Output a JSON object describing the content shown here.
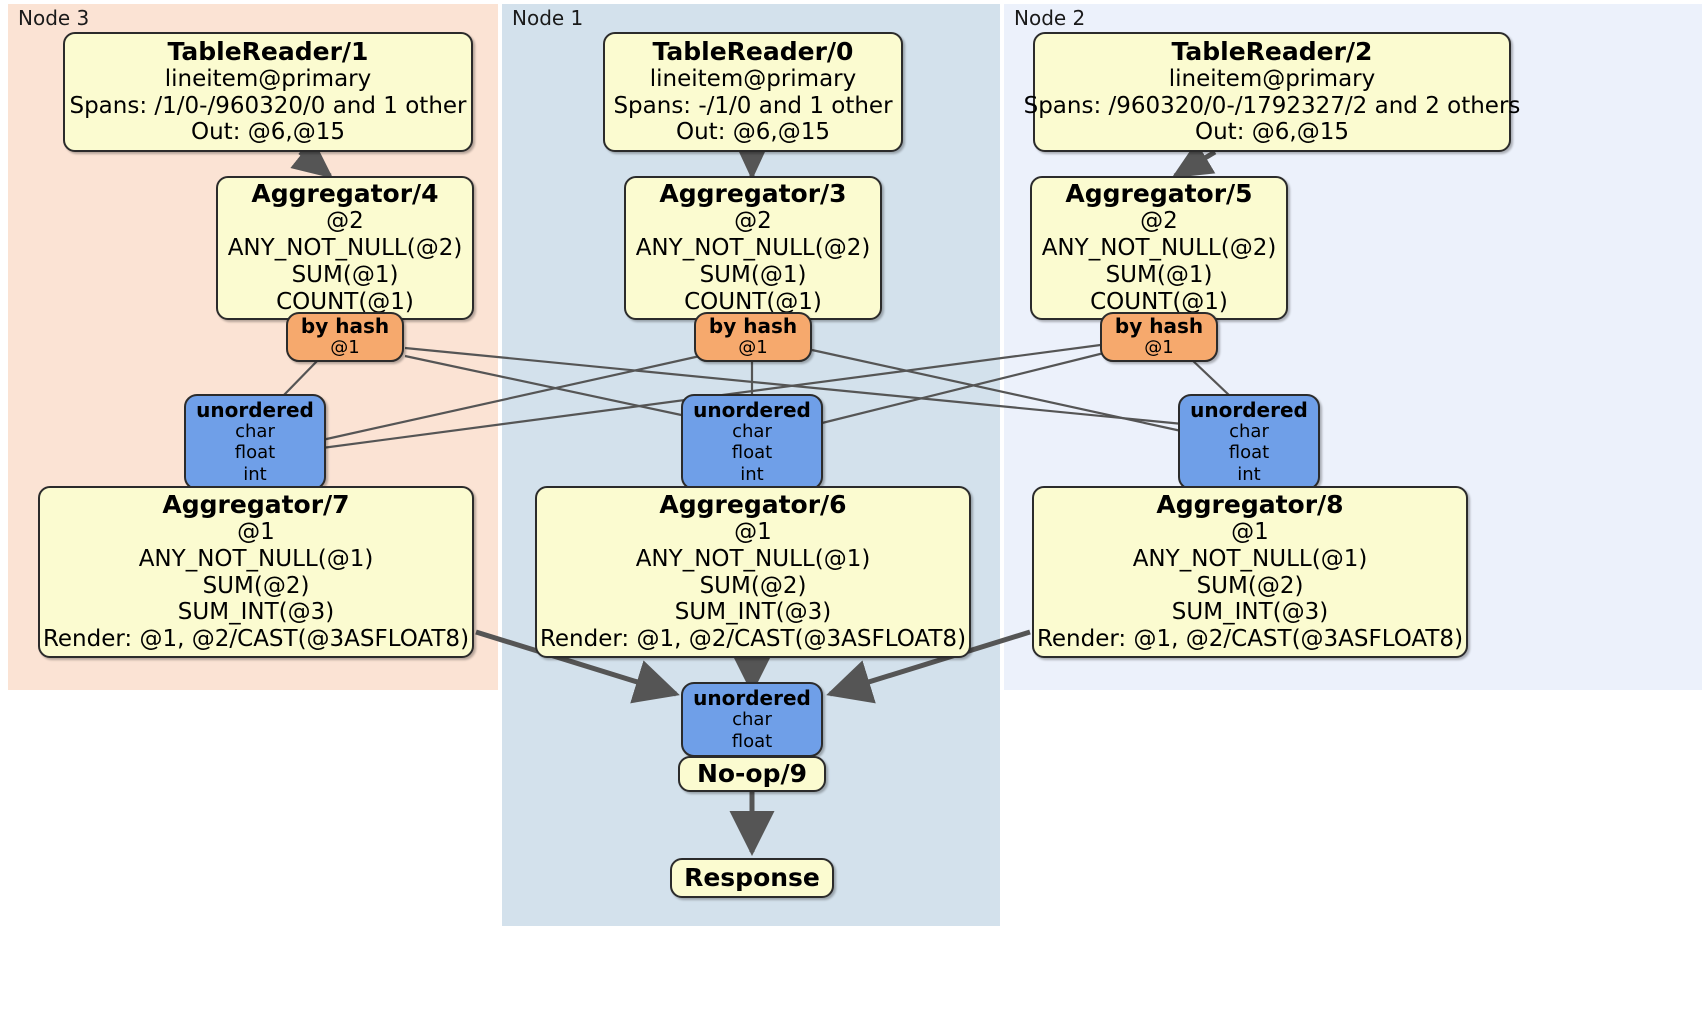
{
  "diagram": {
    "type": "distributed-query-plan",
    "nodes": [
      {
        "id": "node3",
        "label": "Node 3",
        "color": "#fbe3d4"
      },
      {
        "id": "node1",
        "label": "Node 1",
        "color": "#d3e1ec"
      },
      {
        "id": "node2",
        "label": "Node 2",
        "color": "#ecf1fb"
      }
    ],
    "colors": {
      "processor_fill": "#fbfbd0",
      "hash_router_fill": "#f6a96d",
      "unordered_router_fill": "#6f9fe8",
      "border": "#2b2b2b",
      "edge": "#555555"
    },
    "processors": [
      {
        "id": "tablereader1",
        "title": "TableReader/1",
        "lines": [
          "lineitem@primary",
          "Spans: /1/0-/960320/0 and 1 other",
          "Out: @6,@15"
        ]
      },
      {
        "id": "tablereader0",
        "title": "TableReader/0",
        "lines": [
          "lineitem@primary",
          "Spans: -/1/0 and 1 other",
          "Out: @6,@15"
        ]
      },
      {
        "id": "tablereader2",
        "title": "TableReader/2",
        "lines": [
          "lineitem@primary",
          "Spans: /960320/0-/1792327/2 and 2 others",
          "Out: @6,@15"
        ]
      },
      {
        "id": "aggregator4",
        "title": "Aggregator/4",
        "lines": [
          "@2",
          "ANY_NOT_NULL(@2)",
          "SUM(@1)",
          "COUNT(@1)"
        ]
      },
      {
        "id": "aggregator3",
        "title": "Aggregator/3",
        "lines": [
          "@2",
          "ANY_NOT_NULL(@2)",
          "SUM(@1)",
          "COUNT(@1)"
        ]
      },
      {
        "id": "aggregator5",
        "title": "Aggregator/5",
        "lines": [
          "@2",
          "ANY_NOT_NULL(@2)",
          "SUM(@1)",
          "COUNT(@1)"
        ]
      },
      {
        "id": "aggregator7",
        "title": "Aggregator/7",
        "lines": [
          "@1",
          "ANY_NOT_NULL(@1)",
          "SUM(@2)",
          "SUM_INT(@3)",
          "Render: @1, @2/CAST(@3ASFLOAT8)"
        ]
      },
      {
        "id": "aggregator6",
        "title": "Aggregator/6",
        "lines": [
          "@1",
          "ANY_NOT_NULL(@1)",
          "SUM(@2)",
          "SUM_INT(@3)",
          "Render: @1, @2/CAST(@3ASFLOAT8)"
        ]
      },
      {
        "id": "aggregator8",
        "title": "Aggregator/8",
        "lines": [
          "@1",
          "ANY_NOT_NULL(@1)",
          "SUM(@2)",
          "SUM_INT(@3)",
          "Render: @1, @2/CAST(@3ASFLOAT8)"
        ]
      },
      {
        "id": "noop9",
        "title": "No-op/9",
        "lines": []
      },
      {
        "id": "response",
        "title": "Response",
        "lines": []
      }
    ],
    "routers": [
      {
        "id": "hash4",
        "kind": "by hash",
        "title": "by hash",
        "lines": [
          "@1"
        ]
      },
      {
        "id": "hash3",
        "kind": "by hash",
        "title": "by hash",
        "lines": [
          "@1"
        ]
      },
      {
        "id": "hash5",
        "kind": "by hash",
        "title": "by hash",
        "lines": [
          "@1"
        ]
      },
      {
        "id": "unord7",
        "kind": "unordered",
        "title": "unordered",
        "lines": [
          "char",
          "float",
          "int"
        ]
      },
      {
        "id": "unord6",
        "kind": "unordered",
        "title": "unordered",
        "lines": [
          "char",
          "float",
          "int"
        ]
      },
      {
        "id": "unord8",
        "kind": "unordered",
        "title": "unordered",
        "lines": [
          "char",
          "float",
          "int"
        ]
      },
      {
        "id": "unordfinal",
        "kind": "unordered",
        "title": "unordered",
        "lines": [
          "char",
          "float"
        ]
      }
    ]
  }
}
